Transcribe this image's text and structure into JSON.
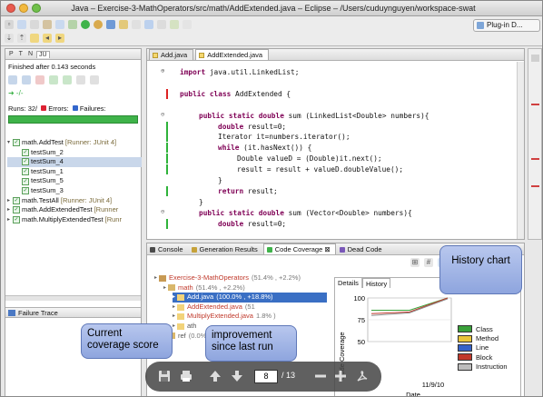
{
  "window": {
    "title": "Java – Exercise-3-MathOperators/src/math/AddExtended.java – Eclipse – /Users/cuduynguyen/workspace-swat"
  },
  "toolbar": {
    "perspective_label": "Plug-in D..."
  },
  "junit": {
    "tabs": [
      "P",
      "T",
      "N",
      "JU"
    ],
    "status": "Finished after 0.143 seconds",
    "runs_label": "Runs:",
    "runs_value": "32/",
    "errors_label": "Errors:",
    "failures_label": "Failures:",
    "tests": [
      {
        "level": 0,
        "expand": "▾",
        "name": "math.AddTest",
        "runner": "[Runner: JUnit 4]",
        "selected": false
      },
      {
        "level": 1,
        "expand": "",
        "name": "testSum_2",
        "runner": "",
        "selected": false
      },
      {
        "level": 1,
        "expand": "",
        "name": "testSum_4",
        "runner": "",
        "selected": true
      },
      {
        "level": 1,
        "expand": "",
        "name": "testSum_1",
        "runner": "",
        "selected": false
      },
      {
        "level": 1,
        "expand": "",
        "name": "testSum_5",
        "runner": "",
        "selected": false
      },
      {
        "level": 1,
        "expand": "",
        "name": "testSum_3",
        "runner": "",
        "selected": false
      },
      {
        "level": 0,
        "expand": "▸",
        "name": "math.TestAll",
        "runner": "[Runner: JUnit 4]",
        "selected": false
      },
      {
        "level": 0,
        "expand": "▸",
        "name": "math.AddExtendedTest",
        "runner": "[Runner",
        "selected": false
      },
      {
        "level": 0,
        "expand": "▸",
        "name": "math.MultiplyExtendedTest",
        "runner": "[Runr",
        "selected": false
      }
    ],
    "failure_trace_label": "Failure Trace"
  },
  "editor": {
    "tabs": [
      {
        "label": "Add.java",
        "active": false
      },
      {
        "label": "AddExtended.java",
        "active": true
      }
    ],
    "lines": [
      {
        "html": "<span class=\"kw\">import</span> java.util.LinkedList;",
        "indent": 0,
        "cov": "",
        "fold": "+"
      },
      {
        "html": "",
        "indent": 0,
        "cov": "",
        "fold": ""
      },
      {
        "html": "<span class=\"kw\">public class</span> AddExtended {",
        "indent": 0,
        "cov": "red",
        "fold": ""
      },
      {
        "html": "",
        "indent": 0,
        "cov": "",
        "fold": ""
      },
      {
        "html": "<span class=\"kw\">public static double</span> sum (LinkedList&lt;Double&gt; numbers){",
        "indent": 1,
        "cov": "",
        "fold": "−"
      },
      {
        "html": "<span class=\"kw\">double</span> result=0;",
        "indent": 2,
        "cov": "green",
        "fold": ""
      },
      {
        "html": "Iterator it=numbers.iterator();",
        "indent": 2,
        "cov": "green",
        "fold": ""
      },
      {
        "html": "<span class=\"kw\">while</span> (it.hasNext()) {",
        "indent": 2,
        "cov": "green",
        "fold": ""
      },
      {
        "html": "Double valueD = (Double)it.next();",
        "indent": 3,
        "cov": "green",
        "fold": ""
      },
      {
        "html": "result = result + valueD.doubleValue();",
        "indent": 3,
        "cov": "green",
        "fold": ""
      },
      {
        "html": "}",
        "indent": 2,
        "cov": "",
        "fold": ""
      },
      {
        "html": "<span class=\"kw\">return</span> result;",
        "indent": 2,
        "cov": "green",
        "fold": ""
      },
      {
        "html": "}",
        "indent": 1,
        "cov": "",
        "fold": ""
      },
      {
        "html": "<span class=\"kw\">public static double</span> sum (Vector&lt;Double&gt; numbers){",
        "indent": 1,
        "cov": "",
        "fold": "−"
      },
      {
        "html": "<span class=\"kw\">double</span> result=0;",
        "indent": 2,
        "cov": "green",
        "fold": ""
      }
    ]
  },
  "bottom": {
    "tabs": [
      {
        "label": "Console",
        "active": false,
        "color": "#4b4b4b"
      },
      {
        "label": "Generation Results",
        "active": false,
        "color": "#c6a23a"
      },
      {
        "label": "Code Coverage ⊠",
        "active": true,
        "color": "#3fb34a"
      },
      {
        "label": "Dead Code",
        "active": false,
        "color": "#7a58b8"
      }
    ],
    "coverage_tree": [
      {
        "level": 0,
        "text": "Exercise-3-MathOperators",
        "pct": "(51.4% , +2.2%)",
        "color": "#c0392b",
        "selected": false
      },
      {
        "level": 1,
        "text": "math",
        "pct": "(51.4% , +2.2%)",
        "color": "#c0392b",
        "selected": false
      },
      {
        "level": 2,
        "text": "Add.java",
        "pct": "(100.0% , +18.8%)",
        "color": "#ffffff",
        "selected": true
      },
      {
        "level": 2,
        "text": "AddExtended.java",
        "pct": "(51",
        "color": "#c0392b",
        "selected": false
      },
      {
        "level": 2,
        "text": "MultiplyExtended.java",
        "pct": "1.8% )",
        "color": "#c0392b",
        "selected": false
      },
      {
        "level": 2,
        "text": "ath",
        "pct": "",
        "color": "#555555",
        "selected": false
      },
      {
        "level": 1,
        "text": "ref",
        "pct": "(0.0%)",
        "color": "#555555",
        "selected": false
      }
    ],
    "history": {
      "tabs": [
        "Details",
        "History"
      ],
      "legend": [
        {
          "label": "Class",
          "color": "#3aa13a"
        },
        {
          "label": "Method",
          "color": "#e8c43a"
        },
        {
          "label": "Line",
          "color": "#3562c9"
        },
        {
          "label": "Block",
          "color": "#c0392b"
        },
        {
          "label": "Instruction",
          "color": "#bdbdbd"
        }
      ]
    }
  },
  "chart_data": {
    "type": "line",
    "ylabel": "Code Coverage",
    "xlabel": "Date",
    "ylim": [
      50,
      100
    ],
    "yticks": [
      100,
      75,
      50
    ],
    "xticks": [
      "11/9/10"
    ],
    "series": [
      {
        "name": "Class",
        "color": "#3aa13a",
        "values": [
          86,
          86,
          100
        ]
      },
      {
        "name": "Block",
        "color": "#c0392b",
        "values": [
          82,
          84,
          100
        ]
      },
      {
        "name": "Instruction",
        "color": "#8a8a8a",
        "values": [
          80,
          83,
          99
        ]
      }
    ]
  },
  "callouts": {
    "history": "History chart",
    "current": "Current coverage score",
    "improvement": "improvement since last run"
  },
  "pdf": {
    "page": "8",
    "total": "/ 13"
  }
}
